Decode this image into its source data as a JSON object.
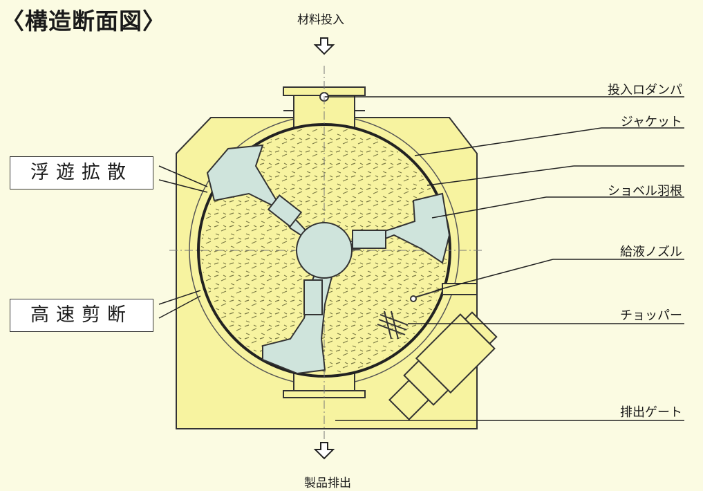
{
  "title": "〈構造断面図〉",
  "labels": {
    "material_input": "材料投入",
    "product_discharge": "製品排出",
    "input_damper": "投入ロダンパ",
    "jacket": "ジャケット",
    "shovel_blade": "ショベル羽根",
    "liquid_nozzle": "給液ノズル",
    "chopper": "チョッパー",
    "discharge_gate": "排出ゲート"
  },
  "callouts": {
    "floating_diffusion": "浮遊拡散",
    "high_speed_shear": "高速剪断"
  },
  "colors": {
    "body": "#f7f3a0",
    "blade": "#cfe4dc",
    "outline": "#333333"
  }
}
